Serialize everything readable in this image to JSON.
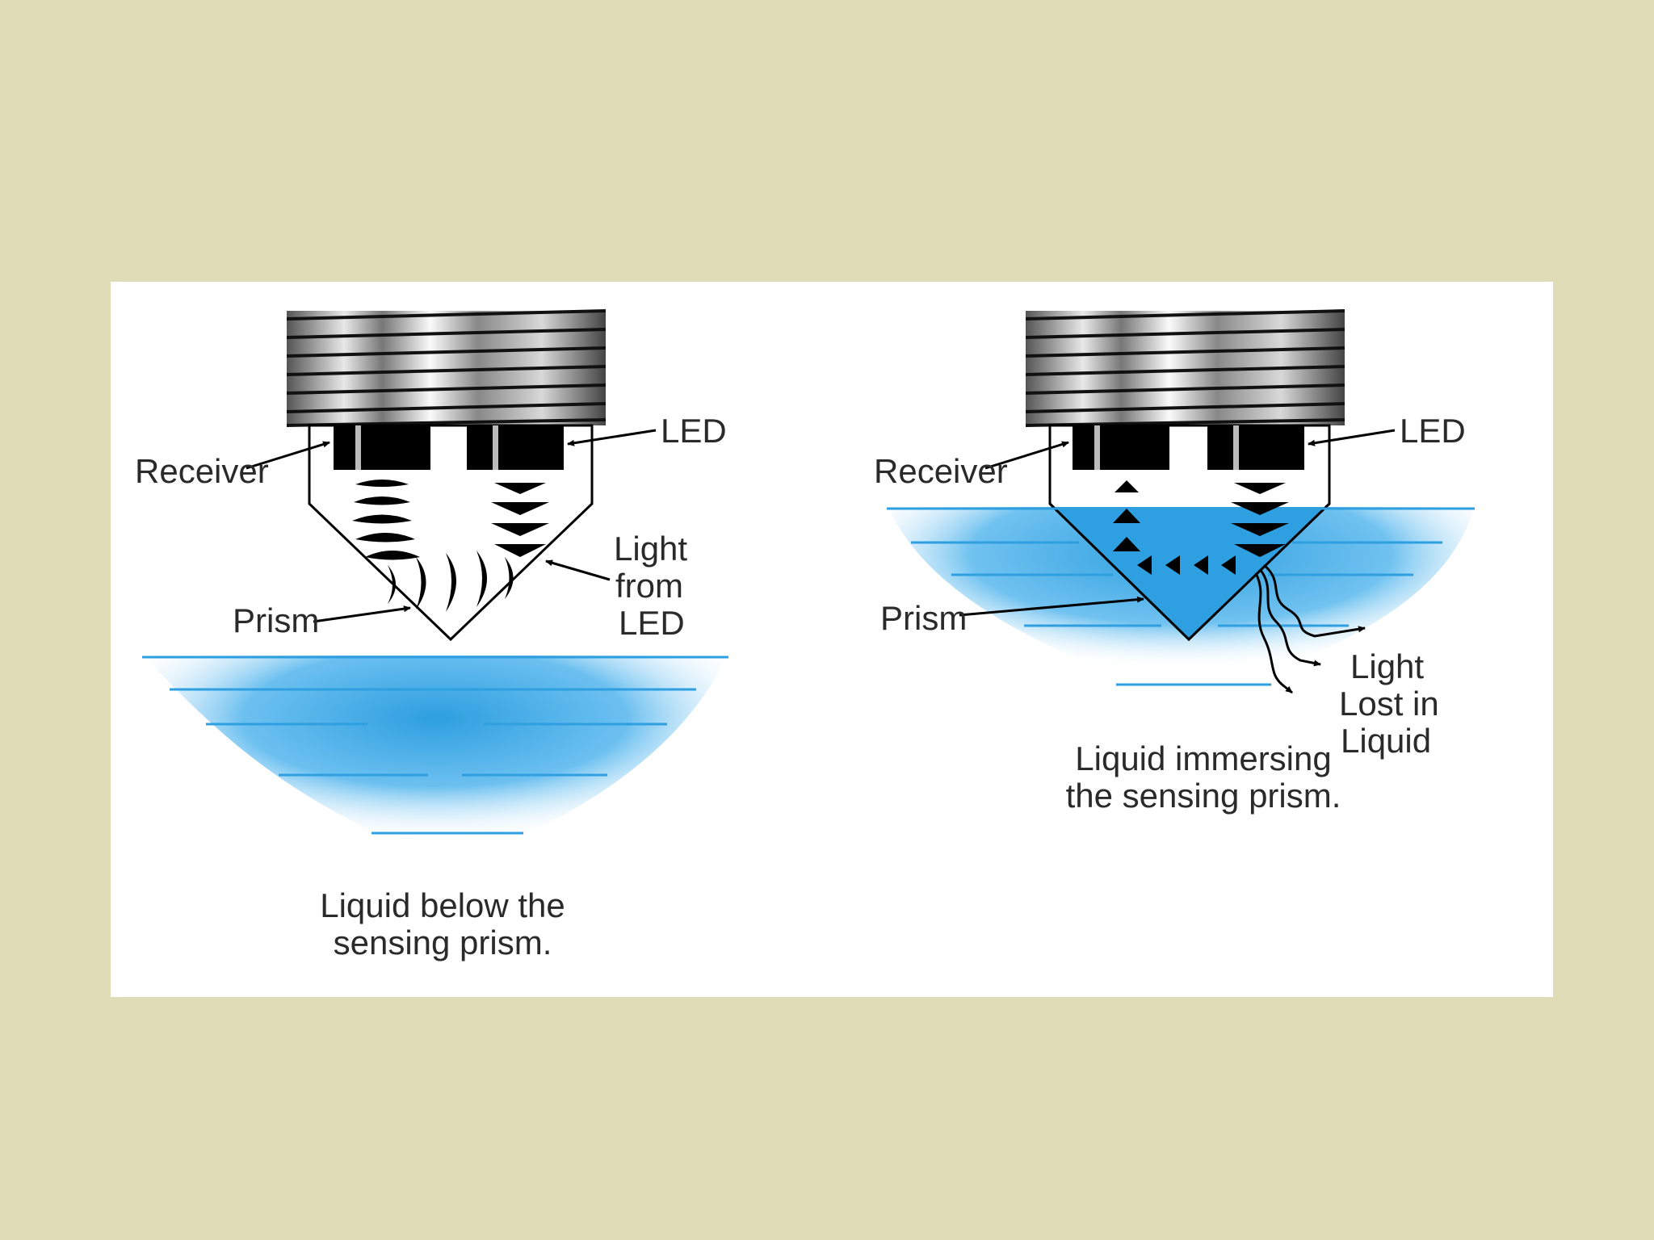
{
  "colors": {
    "background": "#e0dcb8",
    "panel": "#ffffff",
    "liquid": "#2e9fe0",
    "outline": "#000000"
  },
  "left": {
    "labels": {
      "receiver": "Receiver",
      "led": "LED",
      "prism": "Prism",
      "light_line1": "Light",
      "light_line2": "from",
      "light_line3": "LED"
    },
    "caption_line1": "Liquid below the",
    "caption_line2": "sensing prism."
  },
  "right": {
    "labels": {
      "receiver": "Receiver",
      "led": "LED",
      "prism": "Prism",
      "lost_line1": "Light",
      "lost_line2": "Lost in",
      "lost_line3": "Liquid"
    },
    "caption_line1": "Liquid immersing",
    "caption_line2": "the sensing prism."
  }
}
